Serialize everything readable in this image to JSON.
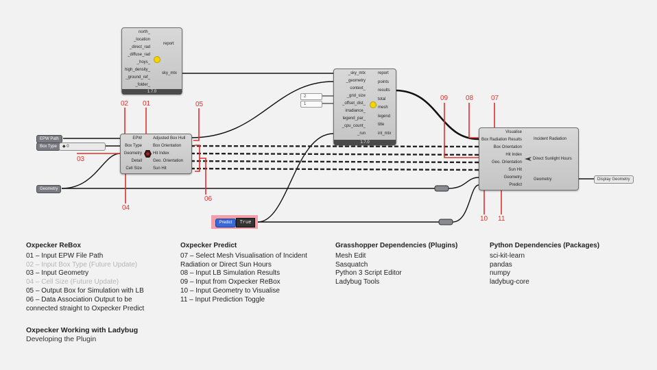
{
  "sky_matrix": {
    "inputs": [
      "north_",
      "_location",
      "_direct_rad",
      "_diffuse_rad",
      "_hoys_",
      "high_density_",
      "_ground_ref_",
      "_folder_"
    ],
    "outputs": [
      "report",
      "sky_mtx"
    ],
    "version": "1.7.0"
  },
  "radiation_study": {
    "inputs": [
      "_sky_mtx",
      "_geometry",
      "context_",
      "_grid_size",
      "_offset_dist_",
      "irradiance_",
      "legend_par_",
      "_cpu_count_",
      "_run"
    ],
    "outputs": [
      "report",
      "points",
      "results",
      "total",
      "mesh",
      "legend",
      "title",
      "int_mtx"
    ],
    "version": "1.7.0"
  },
  "rebox": {
    "inputs": [
      "EPW",
      "Box Type",
      "Geometry",
      "Detail",
      "Cell Size"
    ],
    "outputs": [
      "Adjusted Box Hull",
      "Box Orientation",
      "Hit Index",
      "Geo. Orientation",
      "Sun Hit"
    ]
  },
  "predict": {
    "inputs": [
      "Visualise",
      "Box Radiation Results",
      "Box Orientation",
      "Hit Index",
      "Geo. Orientation",
      "Sun Hit",
      "Geometry",
      "Predict"
    ],
    "outputs": [
      "Incident Radiation",
      "Direct Sunlight Hours",
      "Geometry"
    ]
  },
  "params": {
    "epw_path": "EPW Path",
    "box_type": "Box Type",
    "box_type_value": "◆ 0",
    "geometry": "Geometry",
    "display_geometry": "Display Geometry",
    "panel_a": "2",
    "panel_b": "1"
  },
  "toggle": {
    "label": "Predict",
    "value": "True"
  },
  "numbers": {
    "n01": "01",
    "n02": "02",
    "n03": "03",
    "n04": "04",
    "n05": "05",
    "n06": "06",
    "n07": "07",
    "n08": "08",
    "n09": "09",
    "n10": "10",
    "n11": "11"
  },
  "legend": {
    "rebox": {
      "title": "Oxpecker ReBox",
      "items": [
        {
          "text": "01 – Input EPW File Path",
          "muted": false
        },
        {
          "text": "02 – Input Box Type (Future Update)",
          "muted": true
        },
        {
          "text": "03 – Input Geometry",
          "muted": false
        },
        {
          "text": "04 – Cell Size (Future Update)",
          "muted": true
        },
        {
          "text": "05 – Output Box for Simulation with LB",
          "muted": false
        },
        {
          "text": "06 – Data Association Output to be",
          "muted": false
        },
        {
          "text": "connected straight to Oxpecker Predict",
          "muted": false
        }
      ]
    },
    "predict": {
      "title": "Oxpecker Predict",
      "items": [
        "07 – Select Mesh Visualisation of Incident",
        "Radiation or Direct Sun Hours",
        "08 – Input LB Simulation Results",
        "09 – Input from Oxpecker ReBox",
        "10 – Input Geometry to Visualise",
        "11 – Input Prediction Toggle"
      ]
    },
    "grasshopper": {
      "title": "Grasshopper Dependencies (Plugins)",
      "items": [
        "Mesh Edit",
        "Sasquatch",
        "Python 3 Script Editor",
        "Ladybug Tools"
      ]
    },
    "python": {
      "title": "Python Dependencies (Packages)",
      "items": [
        "sci-kit-learn",
        "pandas",
        "numpy",
        "ladybug-core"
      ]
    }
  },
  "footer": {
    "title": "Oxpecker Working with Ladybug",
    "subtitle": "Developing the Plugin"
  }
}
